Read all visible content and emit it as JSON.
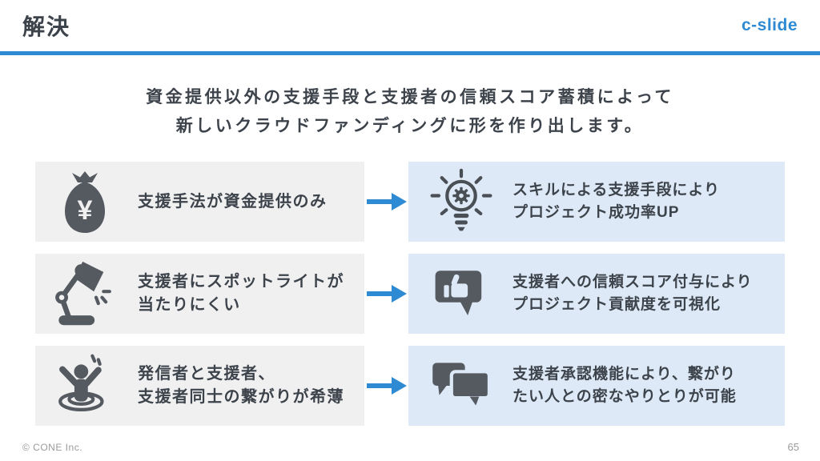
{
  "header": {
    "title": "解決",
    "logo_text": "c-slide"
  },
  "headline": {
    "line1": "資金提供以外の支援手段と支援者の信頼スコア蓄積によって",
    "line2": "新しいクラウドファンディングに形を作り出します。"
  },
  "comparison_rows": [
    {
      "problem": {
        "icon": "money-bag-icon",
        "lines": [
          "支援手法が資金提供のみ"
        ]
      },
      "solution": {
        "icon": "idea-lightbulb-icon",
        "lines": [
          "スキルによる支援手段により",
          "プロジェクト成功率UP"
        ]
      }
    },
    {
      "problem": {
        "icon": "spotlight-lamp-icon",
        "lines": [
          "支援者にスポットライトが",
          "当たりにくい"
        ]
      },
      "solution": {
        "icon": "thumbs-up-comment-icon",
        "lines": [
          "支援者への信頼スコア付与により",
          "プロジェクト貢献度を可視化"
        ]
      }
    },
    {
      "problem": {
        "icon": "person-ripple-icon",
        "lines": [
          "発信者と支援者、",
          "支援者同士の繋がりが希薄"
        ]
      },
      "solution": {
        "icon": "chat-bubbles-icon",
        "lines": [
          "支援者承認機能により、繋がり",
          "たい人との密なやりとりが可能"
        ]
      }
    }
  ],
  "footer": {
    "copyright": "© CONE Inc.",
    "page_number": "65"
  },
  "colors": {
    "accent_blue": "#2e8bd3",
    "problem_box_bg": "#f0f0f1",
    "solution_box_bg": "#dde9f6",
    "icon_gray": "#555a61",
    "text_dark": "#3d434b",
    "footer_gray": "#9b9b9b"
  }
}
